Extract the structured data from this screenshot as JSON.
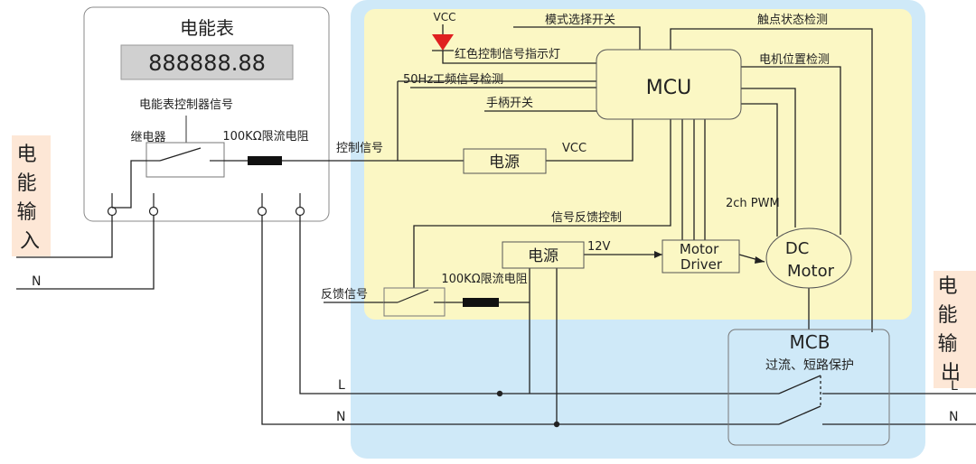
{
  "meter": {
    "title": "电能表",
    "display": "888888.88",
    "ctrl_signal": "电能表控制器信号",
    "relay": "继电器",
    "resistor": "100KΩ限流电阻"
  },
  "left_input": {
    "label": "电能输入",
    "n": "N"
  },
  "right_output": {
    "label": "电能输出",
    "l": "L",
    "n": "N"
  },
  "bus": {
    "l": "L",
    "n": "N"
  },
  "controller": {
    "mcu": "MCU",
    "vcc_top": "VCC",
    "red_led": "红色控制信号指示灯",
    "mode_switch": "模式选择开关",
    "contact_detect": "触点状态检测",
    "hz_detect": "50Hz工频信号检测",
    "motor_pos": "电机位置检测",
    "handle_switch": "手柄开关",
    "ctrl_signal": "控制信号",
    "power1": "电源",
    "vcc": "VCC",
    "pwm": "2ch PWM",
    "feedback_ctrl": "信号反馈控制",
    "power2": "电源",
    "v12": "12V",
    "motor_driver_1": "Motor",
    "motor_driver_2": "Driver",
    "dc_motor_1": "DC",
    "dc_motor_2": "Motor",
    "feedback_signal": "反馈信号",
    "resistor2": "100KΩ限流电阻"
  },
  "mcb": {
    "title": "MCB",
    "subtitle": "过流、短路保护"
  },
  "colors": {
    "outer_panel": "#cfe9f8",
    "inner_panel": "#fbf7c4",
    "input_label_bg": "#fde7d6",
    "led": "#e02020"
  }
}
